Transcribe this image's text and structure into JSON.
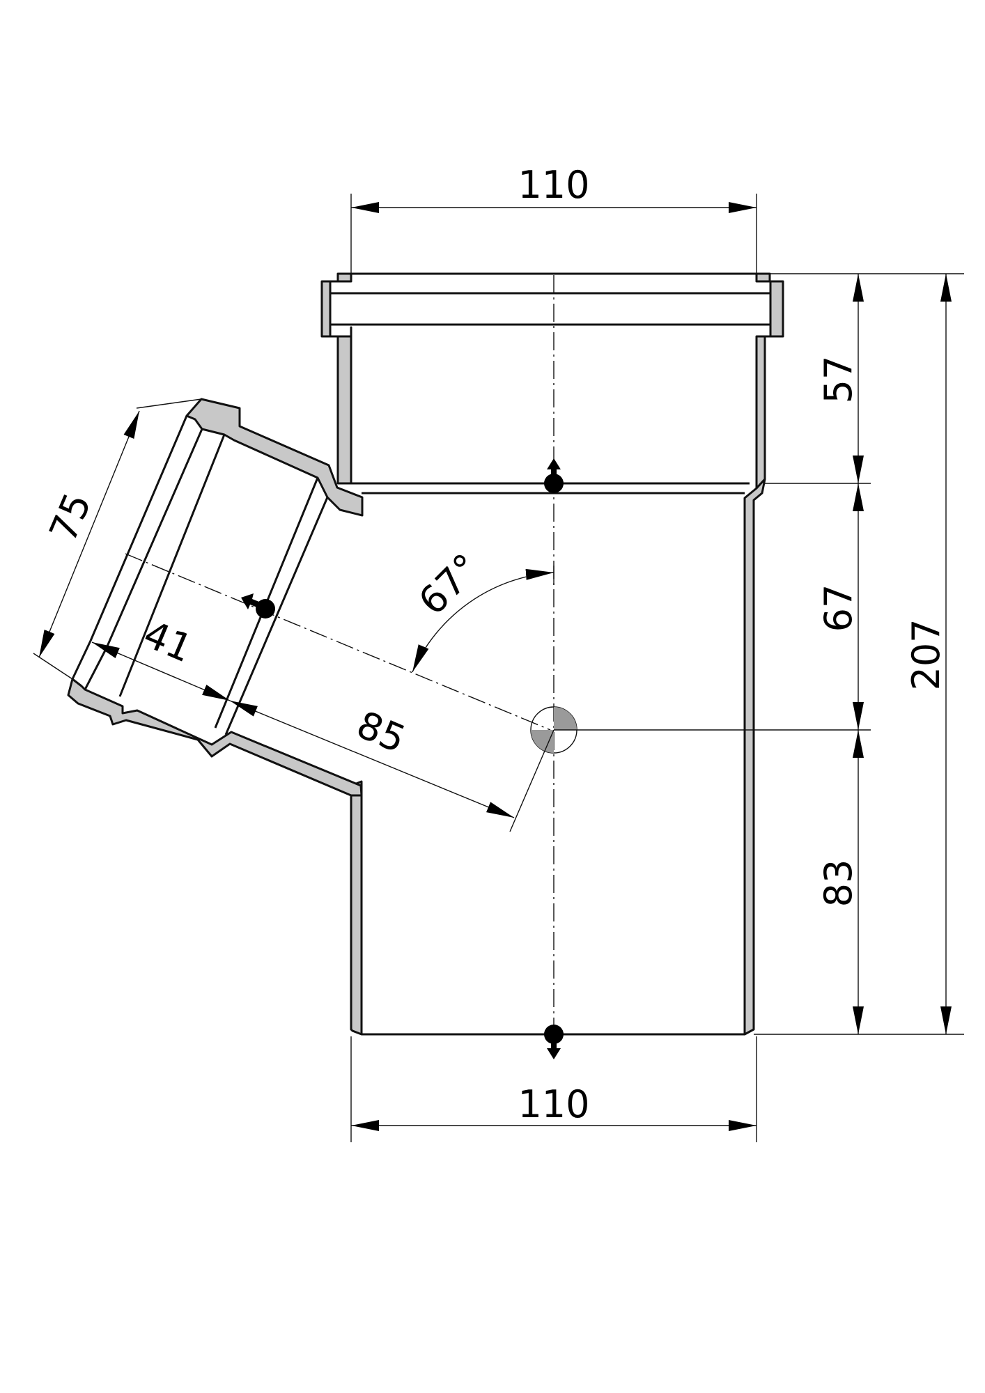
{
  "drawing": {
    "dimensions": {
      "top_width": "110",
      "bottom_width": "110",
      "socket_depth": "57",
      "upper_length": "67",
      "lower_length": "83",
      "total_length": "207",
      "branch_diameter": "75",
      "branch_socket_depth": "41",
      "branch_length": "85",
      "branch_angle": "67°"
    },
    "colors": {
      "wall_fill": "#c8c8c8",
      "line": "#111111"
    }
  }
}
